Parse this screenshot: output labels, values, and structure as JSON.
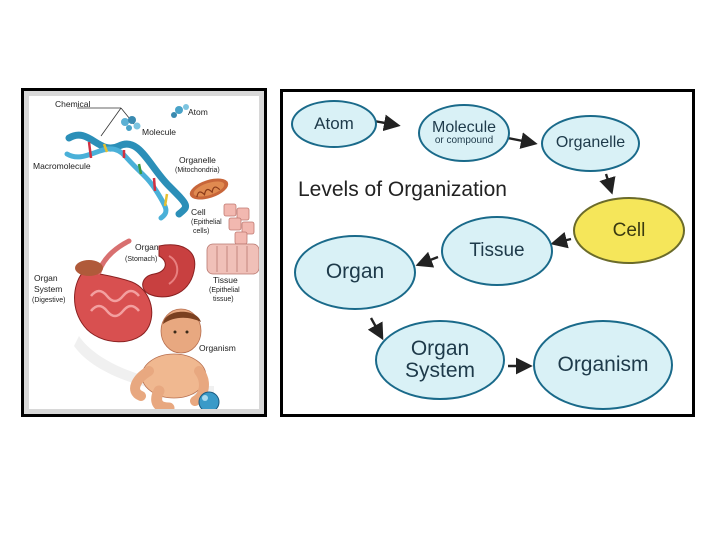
{
  "left_figure": {
    "labels": {
      "chemical": "Chemical",
      "atom": "Atom",
      "molecule": "Molecule",
      "macromolecule": "Macromolecule",
      "organelle": "Organelle",
      "organelle_sub": "(Mitochondria)",
      "cell": "Cell",
      "cell_sub_1": "(Epithelial",
      "cell_sub_2": "cells)",
      "organ": "Organ",
      "organ_sub": "(Stomach)",
      "tissue": "Tissue",
      "tissue_sub_1": "(Epithelial",
      "tissue_sub_2": "tissue)",
      "organ_system_1": "Organ",
      "organ_system_2": "System",
      "organ_system_sub": "(Digestive)",
      "organism": "Organism"
    }
  },
  "diagram": {
    "title": "Levels of Organization",
    "nodes": {
      "atom": "Atom",
      "molecule": "Molecule",
      "molecule_sub": "or compound",
      "organelle": "Organelle",
      "cell": "Cell",
      "tissue": "Tissue",
      "organ": "Organ",
      "organ_system_1": "Organ",
      "organ_system_2": "System",
      "organism": "Organism"
    },
    "colors": {
      "node_fill": "#d9f1f6",
      "node_border": "#1a6a8a",
      "highlight_fill": "#f5e65a",
      "arrow": "#222222"
    }
  }
}
